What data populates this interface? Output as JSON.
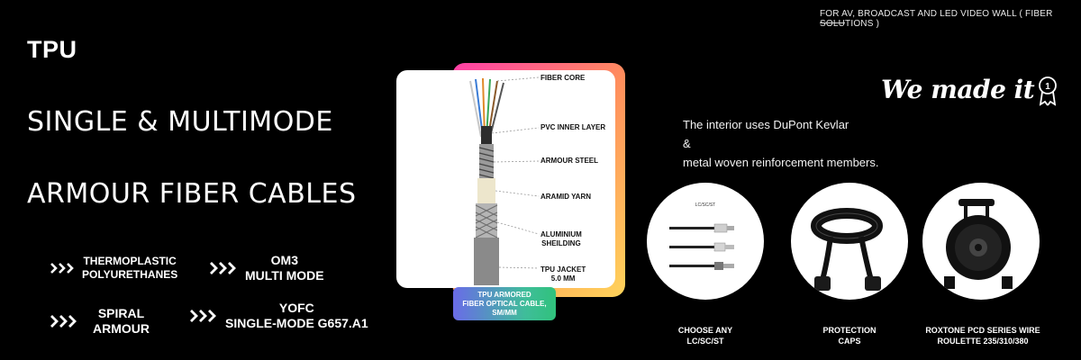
{
  "header": {
    "tagline": "FOR AV, BROADCAST AND LED VIDEO WALL ( FIBER SOLUTIONS )"
  },
  "hero": {
    "brand": "TPU",
    "line1": "SINGLE & MULTIMODE",
    "line2": "ARMOUR FIBER CABLES"
  },
  "features": [
    {
      "line1": "THERMOPLASTIC",
      "line2": "POLYURETHANES"
    },
    {
      "line1": "OM3",
      "line2": "MULTI MODE"
    },
    {
      "line1": "SPIRAL",
      "line2": "ARMOUR"
    },
    {
      "line1": "YOFC",
      "line2": "SINGLE-MODE G657.A1"
    }
  ],
  "diagram": {
    "labels": [
      "FIBER CORE",
      "PVC INNER LAYER",
      "ARMOUR STEEL",
      "ARAMID YARN",
      "ALUMINIUM",
      "SHEILDING",
      "TPU JACKET",
      "5.0 MM"
    ],
    "caption": [
      "TPU ARMORED",
      "FIBER OPTICAL CABLE,",
      "SM/MM"
    ]
  },
  "slogan": "We made it",
  "interior": {
    "line1": "The interior uses DuPont Kevlar",
    "line2": "&",
    "line3": "metal woven reinforcement members."
  },
  "products": [
    {
      "line1": "CHOOSE ANY",
      "line2": "LC/SC/ST",
      "icon": "connector-types-icon",
      "inner_label": "LC/SC/ST"
    },
    {
      "line1": "PROTECTION",
      "line2": "CAPS",
      "icon": "cable-coil-icon"
    },
    {
      "line1": "ROXTONE PCD SERIES WIRE",
      "line2": "ROULETTE 235/310/380",
      "icon": "cable-reel-icon"
    }
  ],
  "colors": {
    "background": "#000000",
    "text": "#ffffff",
    "panel_gradient": [
      "#ff3fa8",
      "#ffd35a"
    ],
    "pill_gradient": [
      "#6a6be8",
      "#30c27c"
    ]
  }
}
